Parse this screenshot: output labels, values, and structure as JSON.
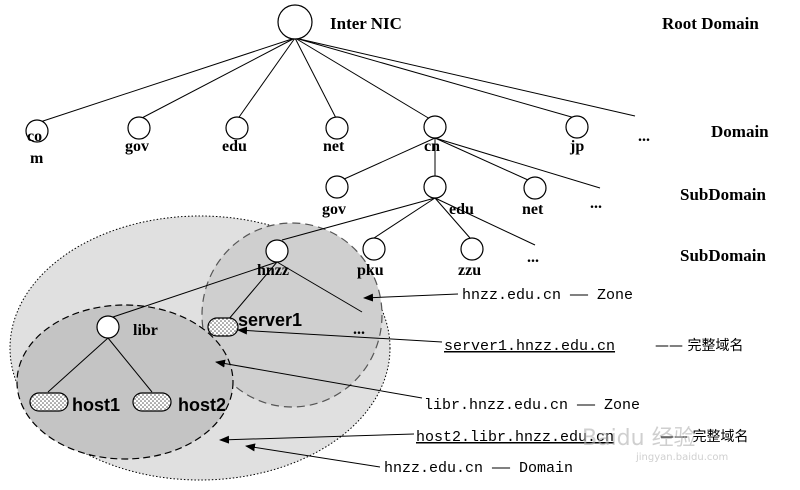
{
  "root": {
    "name": "Inter NIC",
    "level": "Root Domain"
  },
  "levels": {
    "domain": "Domain",
    "subdomain1": "SubDomain",
    "subdomain2": "SubDomain"
  },
  "tld": {
    "com_top": "co",
    "com_bottom": "m",
    "gov": "gov",
    "edu": "edu",
    "net": "net",
    "cn": "cn",
    "jp": "jp",
    "more": "..."
  },
  "cn_children": {
    "gov": "gov",
    "edu": "edu",
    "net": "net",
    "more": "..."
  },
  "edu_children": {
    "hnzz": "hnzz",
    "pku": "pku",
    "zzu": "zzu",
    "more": "..."
  },
  "hnzz_children": {
    "libr": "libr",
    "server1": "server1",
    "more": "..."
  },
  "libr_children": {
    "host1": "host1",
    "host2": "host2"
  },
  "annotations": {
    "zone_hnzz": "hnzz.edu.cn —— Zone",
    "fqdn_server1": "server1.hnzz.edu.cn",
    "fqdn_server1_note": "—— 完整域名",
    "zone_libr": "libr.hnzz.edu.cn —— Zone",
    "fqdn_host2": "host2.libr.hnzz.edu.cn",
    "fqdn_host2_note": "—— 完整域名",
    "domain_hnzz": "hnzz.edu.cn —— Domain"
  },
  "watermark": {
    "main": "Baidu 经验",
    "sub": "jingyan.baidu.com"
  }
}
